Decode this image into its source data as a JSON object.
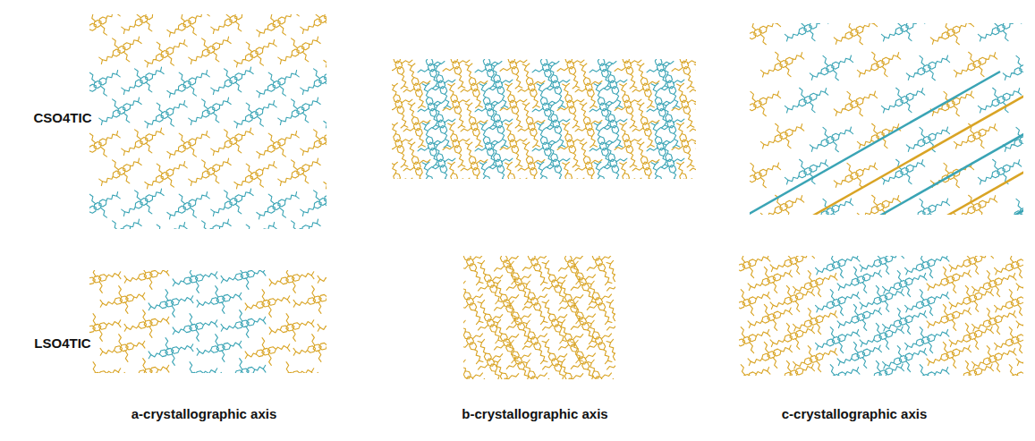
{
  "diagram": {
    "labels": [
      "CSO4TIC",
      "LSO4TIC",
      "a-crystallographic axis",
      "b-crystallographic axis",
      "c-crystallographic axis"
    ]
  }
}
